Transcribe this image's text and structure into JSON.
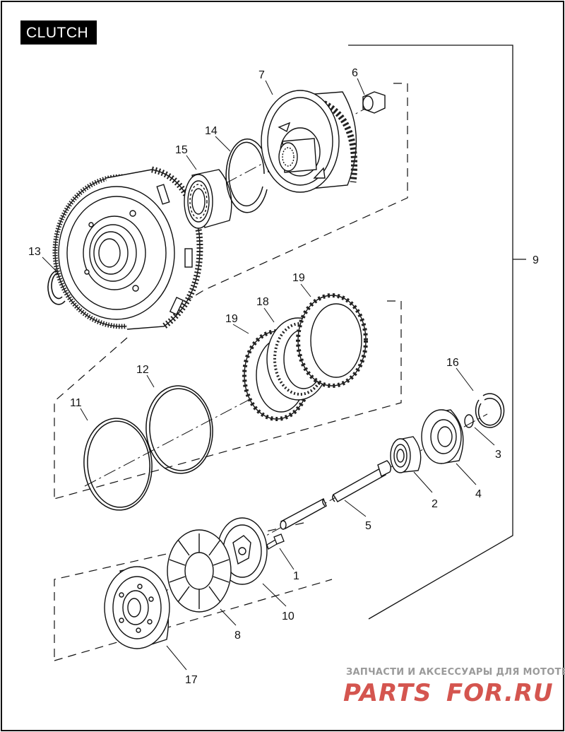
{
  "diagram": {
    "title": "CLUTCH",
    "callouts": [
      "1",
      "2",
      "3",
      "4",
      "5",
      "6",
      "7",
      "8",
      "9",
      "10",
      "11",
      "12",
      "13",
      "14",
      "15",
      "16",
      "17",
      "18",
      "19",
      "19"
    ]
  },
  "watermark": {
    "tagline": "ЗАПЧАСТИ И АКСЕССУАРЫ ДЛЯ МОТОТЕХНИКИ",
    "brand_left": "PARTS",
    "brand_right": "FOR.RU",
    "colors": {
      "tagline": "#9a9a9a",
      "brand": "#d4554f"
    }
  },
  "colors": {
    "border": "#111111",
    "title_bg": "#000000",
    "title_text": "#ffffff",
    "line": "#111111"
  }
}
